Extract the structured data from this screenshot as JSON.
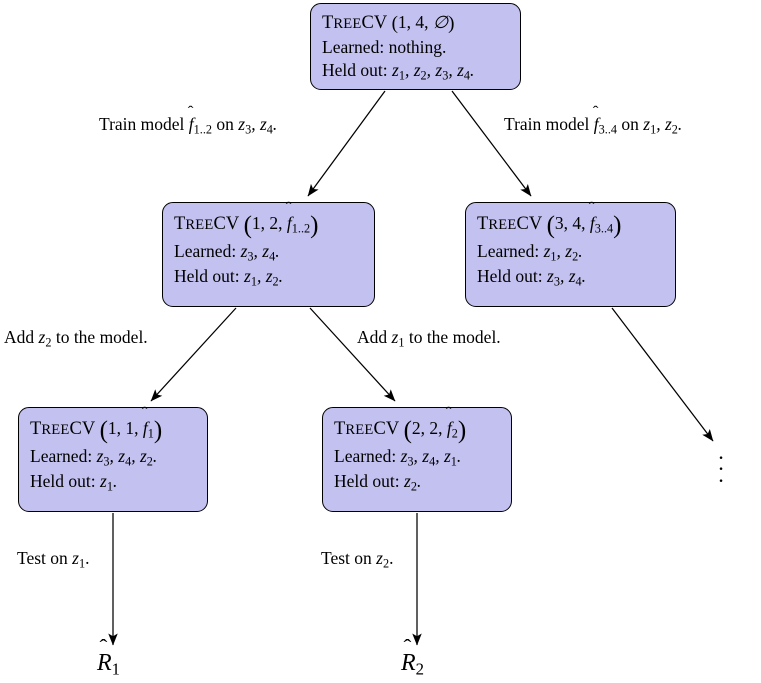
{
  "figure": {
    "kind": "recursion-tree-diagram",
    "algorithm_name_upper": "T",
    "algorithm_name_rest": "REE",
    "algorithm_name_cv": "CV",
    "background_color": "#ffffff",
    "node_fill_color": "#c3c1ef",
    "node_border_color": "#000000",
    "edge_color": "#000000"
  },
  "nodes": [
    {
      "id": "root",
      "name_prefix": "T",
      "name_small": "REE",
      "name_tail": "CV",
      "args": "(1, 4, ∅)",
      "arg1": "1",
      "arg2": "4",
      "arg3": "∅",
      "arg3_is_hat": false,
      "arg3_sub": "",
      "learned_label": "Learned:",
      "learned_value": "nothing.",
      "heldout_label": "Held out:",
      "heldout_value": "z₁, z₂, z₃, z₄.",
      "heldout_items": [
        "1",
        "2",
        "3",
        "4"
      ],
      "learned_items": []
    },
    {
      "id": "left-mid",
      "name_prefix": "T",
      "name_small": "REE",
      "name_tail": "CV",
      "args": "(1, 2, f̂₁..₂)",
      "arg1": "1",
      "arg2": "2",
      "arg3": "f",
      "arg3_is_hat": true,
      "arg3_sub": "1..2",
      "learned_label": "Learned:",
      "learned_value": "z₃, z₄.",
      "heldout_label": "Held out:",
      "heldout_value": "z₁, z₂.",
      "learned_items": [
        "3",
        "4"
      ],
      "heldout_items": [
        "1",
        "2"
      ]
    },
    {
      "id": "right-mid",
      "name_prefix": "T",
      "name_small": "REE",
      "name_tail": "CV",
      "args": "(3, 4, f̂₃..₄)",
      "arg1": "3",
      "arg2": "4",
      "arg3": "f",
      "arg3_is_hat": true,
      "arg3_sub": "3..4",
      "learned_label": "Learned:",
      "learned_value": "z₁, z₂.",
      "heldout_label": "Held out:",
      "heldout_value": "z₃, z₄.",
      "learned_items": [
        "1",
        "2"
      ],
      "heldout_items": [
        "3",
        "4"
      ]
    },
    {
      "id": "leaf-1",
      "name_prefix": "T",
      "name_small": "REE",
      "name_tail": "CV",
      "args": "(1, 1, f̂₁)",
      "arg1": "1",
      "arg2": "1",
      "arg3": "f",
      "arg3_is_hat": true,
      "arg3_sub": "1",
      "learned_label": "Learned:",
      "learned_value": "z₃, z₄, z₂.",
      "heldout_label": "Held out:",
      "heldout_value": "z₁.",
      "learned_items": [
        "3",
        "4",
        "2"
      ],
      "heldout_items": [
        "1"
      ]
    },
    {
      "id": "leaf-2",
      "name_prefix": "T",
      "name_small": "REE",
      "name_tail": "CV",
      "args": "(2, 2, f̂₂)",
      "arg1": "2",
      "arg2": "2",
      "arg3": "f",
      "arg3_is_hat": true,
      "arg3_sub": "2",
      "learned_label": "Learned:",
      "learned_value": "z₃, z₄, z₁.",
      "heldout_label": "Held out:",
      "heldout_value": "z₂.",
      "learned_items": [
        "3",
        "4",
        "1"
      ],
      "heldout_items": [
        "2"
      ]
    }
  ],
  "edge_labels": {
    "train_left_pre": "Train model",
    "train_left_model": "f",
    "train_left_model_sub": "1..2",
    "train_left_mid": "on",
    "train_left_data": "z₃, z₄.",
    "train_left_items": [
      "3",
      "4"
    ],
    "train_right_pre": "Train model",
    "train_right_model": "f",
    "train_right_model_sub": "3..4",
    "train_right_mid": "on",
    "train_right_data": "z₁, z₂.",
    "train_right_items": [
      "1",
      "2"
    ],
    "add_left_pre": "Add",
    "add_left_var": "z",
    "add_left_sub": "2",
    "add_left_post": "to the model.",
    "add_right_pre": "Add",
    "add_right_var": "z",
    "add_right_sub": "1",
    "add_right_post": "to the model.",
    "test_left_pre": "Test on",
    "test_left_var": "z",
    "test_left_sub": "1",
    "test_left_post": ".",
    "test_right_pre": "Test on",
    "test_right_var": "z",
    "test_right_sub": "2",
    "test_right_post": "."
  },
  "outputs": [
    {
      "id": "result-1",
      "symbol": "R",
      "hat": "ˆ",
      "sub": "1"
    },
    {
      "id": "result-2",
      "symbol": "R",
      "hat": "ˆ",
      "sub": "2"
    }
  ],
  "ellipsis": {
    "glyph": "·",
    "count": 3,
    "meaning": "recursion-continues"
  }
}
